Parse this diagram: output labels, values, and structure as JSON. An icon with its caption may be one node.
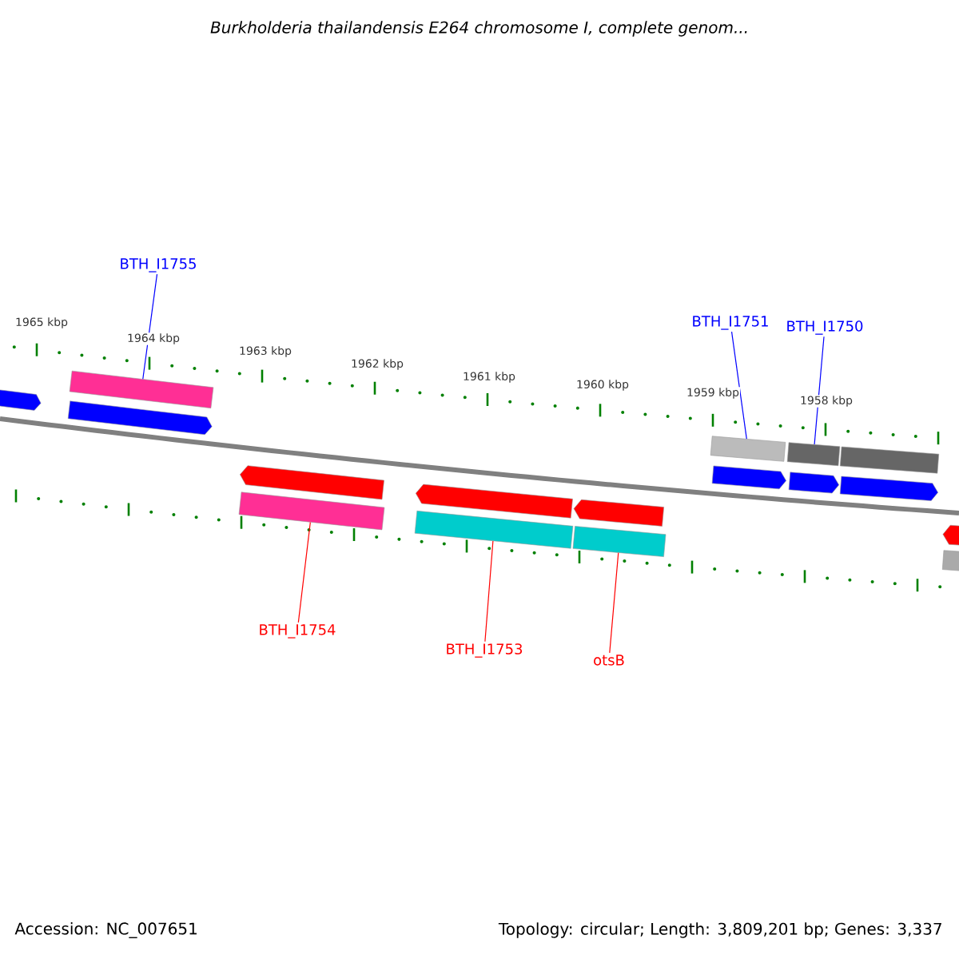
{
  "diagram": {
    "title": "Burkholderia thailandensis E264 chromosome I, complete genom...",
    "nodes": [
      {
        "text": [
          "BTH_I1755"
        ]
      },
      {
        "text": [
          "BTH_I1751"
        ]
      },
      {
        "text": [
          "BTH_I1750"
        ]
      },
      {
        "text": [
          "BTH_I1754"
        ]
      },
      {
        "text": [
          "BTH_I1753"
        ]
      },
      {
        "text": [
          "otsB"
        ]
      },
      {
        "text": [],
        "shape": "pentagon"
      },
      {
        "text": [],
        "shape": "bar"
      },
      {
        "text": [],
        "shape": "pentagon"
      },
      {
        "text": [],
        "shape": "bar"
      },
      {
        "text": [],
        "shape": "pentagon"
      },
      {
        "text": [],
        "shape": "pentagon"
      },
      {
        "text": [],
        "shape": "bar"
      },
      {
        "text": [],
        "shape": "pentagon"
      },
      {
        "text": [],
        "shape": "bar"
      },
      {
        "text": [],
        "shape": "bar"
      },
      {
        "text": [],
        "shape": "pentagon"
      },
      {
        "text": [],
        "shape": "bar"
      },
      {
        "text": [],
        "shape": "pentagon"
      },
      {
        "text": [],
        "shape": "bar"
      },
      {
        "text": [],
        "shape": "pentagon"
      },
      {
        "text": [],
        "shape": "pentagon"
      },
      {
        "text": [],
        "shape": "bar"
      }
    ],
    "edges": [
      {
        "from": 0,
        "to": 7,
        "arrow": "none",
        "color": "#0000ff"
      },
      {
        "from": 1,
        "to": 15,
        "arrow": "none",
        "color": "#0000ff"
      },
      {
        "from": 2,
        "to": 17,
        "arrow": "none",
        "color": "#0000ff"
      },
      {
        "from": 3,
        "to": 9,
        "arrow": "none",
        "color": "#ff0000"
      },
      {
        "from": 4,
        "to": 12,
        "arrow": "none",
        "color": "#ff0000"
      },
      {
        "from": 5,
        "to": 14,
        "arrow": "none",
        "color": "#ff0000"
      }
    ],
    "labels": [
      "1965 kbp",
      "1964 kbp",
      "1963 kbp",
      "1962 kbp",
      "1961 kbp",
      "1960 kbp",
      "1959 kbp",
      "1958 kbp",
      "Accession: NC_007651",
      "Topology: circular; Length: 3,809,201 bp; Genes: 3,337"
    ]
  }
}
